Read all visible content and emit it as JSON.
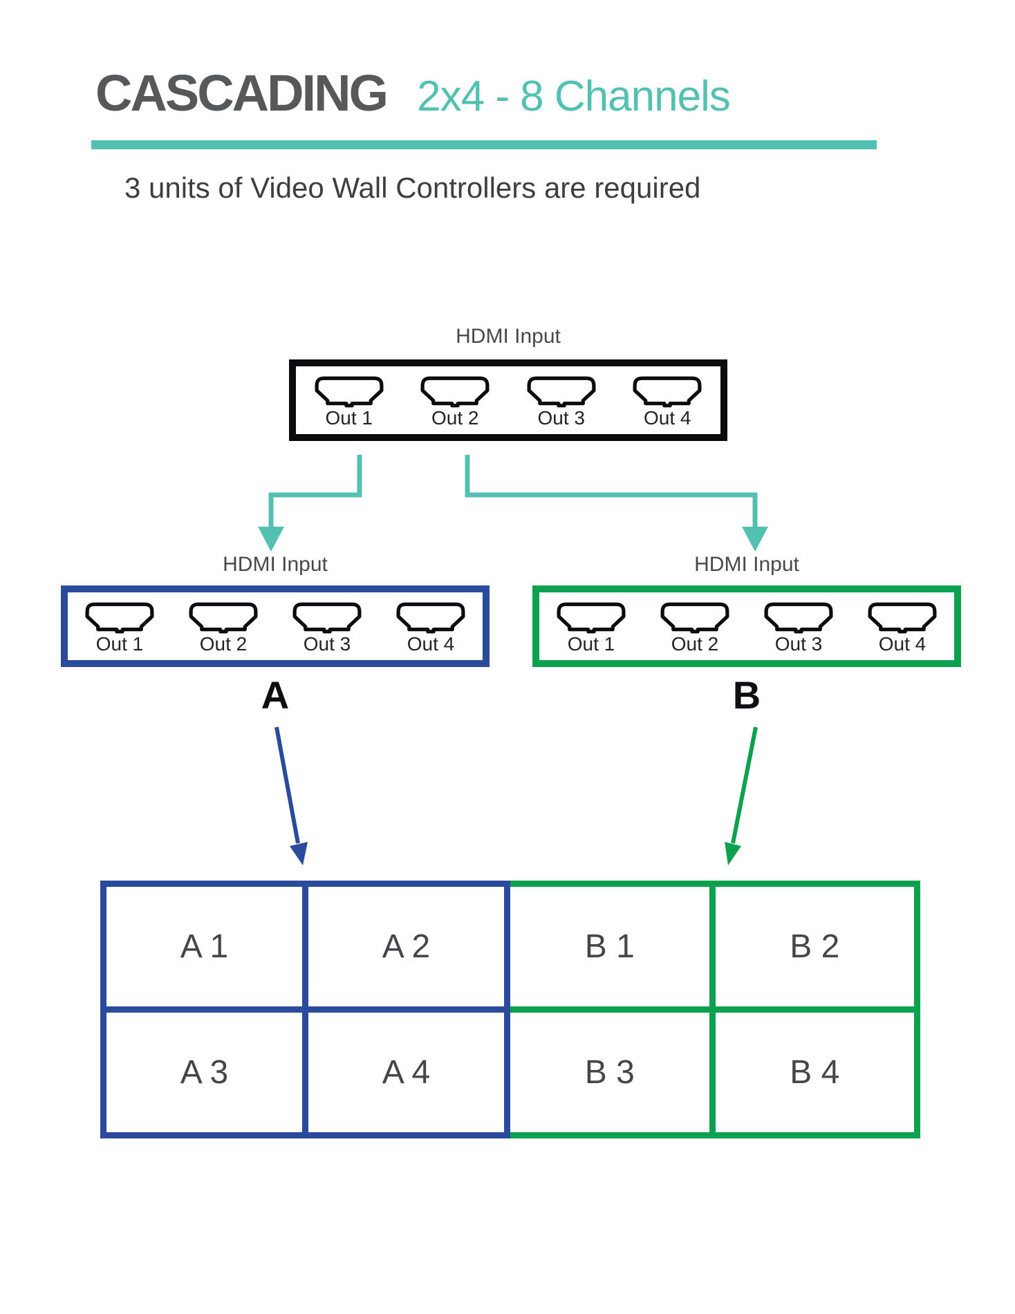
{
  "title": {
    "main": "CASCADING",
    "accent": "2x4 - 8 Channels"
  },
  "subtitle": "3 units of Video Wall Controllers are required",
  "colors": {
    "teal": "#53C1B2",
    "blue": "#2A4A9B",
    "green": "#0BA14E",
    "black": "#0C0C0E",
    "title_gray": "#57585A",
    "text_gray": "#3E3E40"
  },
  "controllers": {
    "top": {
      "input_label": "HDMI Input",
      "outputs": [
        "Out 1",
        "Out 2",
        "Out 3",
        "Out 4"
      ]
    },
    "left": {
      "input_label": "HDMI Input",
      "tag": "A",
      "outputs": [
        "Out 1",
        "Out 2",
        "Out 3",
        "Out 4"
      ]
    },
    "right": {
      "input_label": "HDMI Input",
      "tag": "B",
      "outputs": [
        "Out 1",
        "Out 2",
        "Out 3",
        "Out 4"
      ]
    }
  },
  "wall": {
    "cells": [
      [
        "A 1",
        "A 2",
        "B 1",
        "B 2"
      ],
      [
        "A 3",
        "A 4",
        "B 3",
        "B 4"
      ]
    ]
  }
}
